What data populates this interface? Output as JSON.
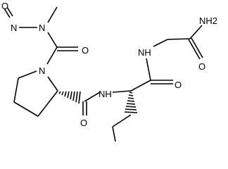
{
  "molecule": {
    "atom_labels": {
      "nitroso_o": "O",
      "nitroso_n": "N",
      "n_methyl_n": "N",
      "urea_o": "O",
      "pro_n": "N",
      "pro_amide_o": "O",
      "nva_nh": "NH",
      "nva_o": "O",
      "gly_nh": "NH",
      "nh2": "NH2",
      "gly_o": "O"
    },
    "colors": {
      "bond": "#000000",
      "label": "#000000",
      "background": "#ffffff"
    }
  }
}
